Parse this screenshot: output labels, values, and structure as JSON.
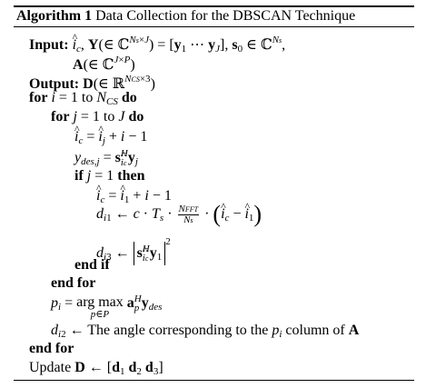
{
  "algorithm": {
    "label": "Algorithm 1",
    "title": "Data Collection for the DBSCAN Technique",
    "input_label": "Input:",
    "input_text_1": "î_c, Y(∈ ℂ^{N_s×J}) = [y_1 ⋯ y_J], s_0 ∈ ℂ^{N_s},",
    "input_text_2": "A(∈ ℂ^{J×P})",
    "output_label": "Output:",
    "output_text": "D(∈ ℝ^{N_CS×3})",
    "lines": [
      "for i = 1 to N_CS do",
      "for j = 1 to J do",
      "î_c = î_j + i − 1",
      "y_{des,j} = s^H_{î_c} y_j",
      "if j = 1 then",
      "î_c = î_1 + i − 1",
      "d_{i1} ← c · T_s · (N_FFT / N_s) · (î_c − î_1)",
      "d_{i3} ← |s^H_{î_c} y_1|^2",
      "end if",
      "end for",
      "p_i = arg max_{p∈P} a^H_p y_des",
      "d_{i2} ← The angle corresponding to the p_i column of A",
      "end for",
      "Update D ← [d_1 d_2 d_3]"
    ],
    "kw_for": "for",
    "kw_do": "do",
    "kw_to": "to",
    "kw_if": "if",
    "kw_then": "then",
    "kw_end_if": "end if",
    "kw_end_for": "end for",
    "angle_text": "The angle corresponding to the",
    "column_text": "column of",
    "update_text": "Update"
  }
}
